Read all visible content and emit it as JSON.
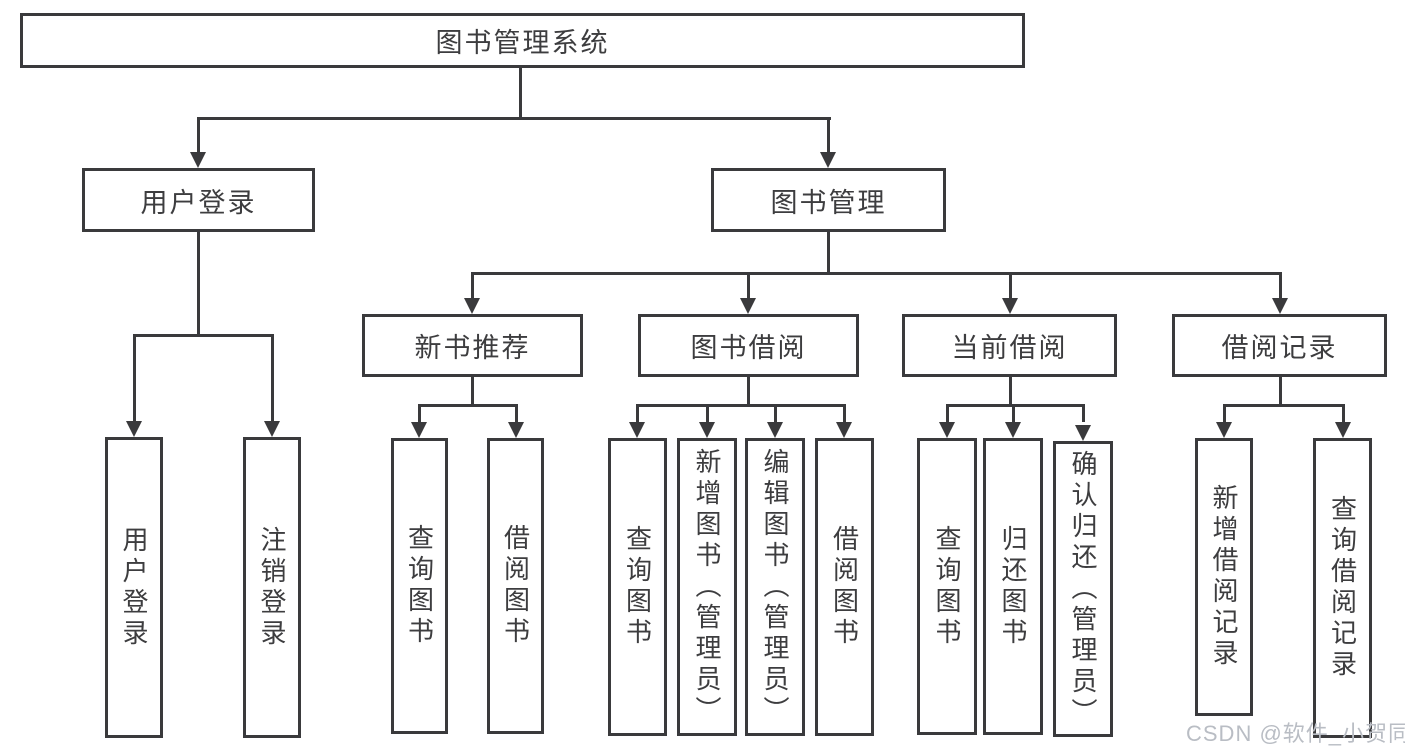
{
  "diagram": {
    "title": "图书管理系统",
    "root": {
      "label": "图书管理系统"
    },
    "branches": [
      {
        "label": "用户登录",
        "children": [
          {
            "label": "用户登录"
          },
          {
            "label": "注销登录"
          }
        ]
      },
      {
        "label": "图书管理",
        "children": [
          {
            "label": "新书推荐",
            "children": [
              {
                "label": "查询图书"
              },
              {
                "label": "借阅图书"
              }
            ]
          },
          {
            "label": "图书借阅",
            "children": [
              {
                "label": "查询图书"
              },
              {
                "label": "新增图书（管理员）"
              },
              {
                "label": "编辑图书（管理员）"
              },
              {
                "label": "借阅图书"
              }
            ]
          },
          {
            "label": "当前借阅",
            "children": [
              {
                "label": "查询图书"
              },
              {
                "label": "归还图书"
              },
              {
                "label": "确认归还（管理员）"
              }
            ]
          },
          {
            "label": "借阅记录",
            "children": [
              {
                "label": "新增借阅记录"
              },
              {
                "label": "查询借阅记录"
              }
            ]
          }
        ]
      }
    ],
    "watermark": "CSDN @软件_小贺同学"
  },
  "colors": {
    "line": "#3a3a3c",
    "text": "#3d3d3f",
    "watermark": "#b9bdc4",
    "background": "#ffffff"
  }
}
